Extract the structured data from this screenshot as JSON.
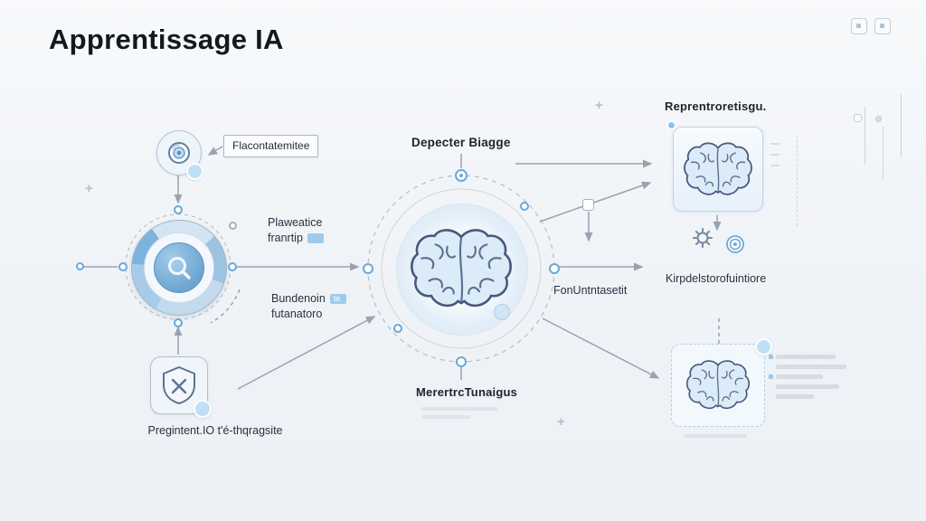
{
  "title": "Apprentissage IA",
  "labels": {
    "flacontatemitee": "Flacontatemitee",
    "depecter_biagge": "Depecter Biagge",
    "reprentroretisgu": "Reprentroretisgu.",
    "plaweatice_line1": "Plaweatice",
    "plaweatice_line2": "franrtip",
    "plaweatice_chip": "",
    "bundenoin_line1": "Bundenoin",
    "bundenoin_chip": "te",
    "bundenoin_line2": "futanatoro",
    "kirpdelstoro": "Kirpdelstorofuintiore",
    "fonuntntasetit": "FonUntntasetit",
    "merertrc": "MerertrcTunaigus",
    "pregintent": "Pregintent.IO t'é-thqragsite"
  },
  "icons": {
    "center": "brain-icon",
    "top_right": "brain-icon",
    "bottom_right": "brain-icon",
    "left_large": "magnifier-icon",
    "top_left": "camera-lens-icon",
    "bottom_left": "shield-x-icon",
    "right_1": "gear-icon",
    "right_2": "target-icon"
  },
  "colors": {
    "background": "#f2f4f7",
    "accent_blue": "#5b9fd4",
    "light_blue": "#cfe4f4",
    "line_gray": "#97a3b0",
    "text_dark": "#232a36"
  }
}
